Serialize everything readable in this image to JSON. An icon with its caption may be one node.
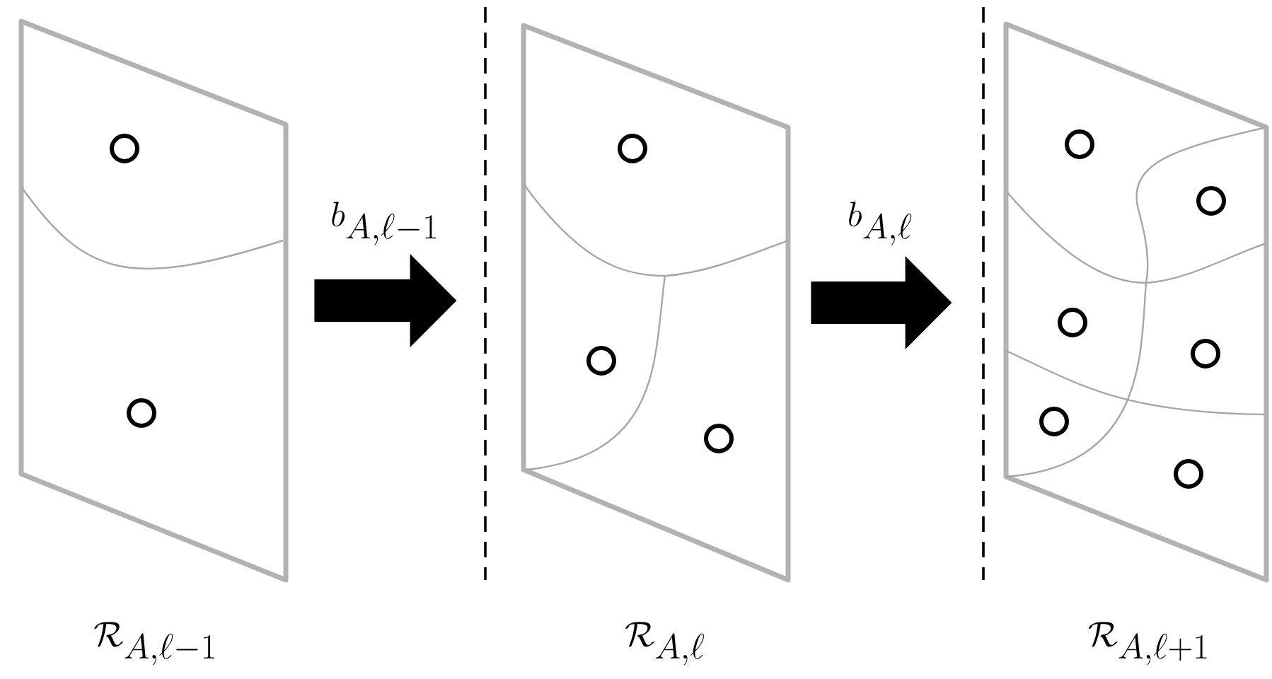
{
  "diagram": {
    "nodes": [
      {
        "text": [],
        "shape": "parallelogram",
        "beside": [
          "\\mathcal{R}_{A,\\ell-1}"
        ]
      },
      {
        "text": [],
        "shape": "parallelogram",
        "beside": [
          "\\mathcal{R}_{A,\\ell}"
        ]
      },
      {
        "text": [],
        "shape": "parallelogram",
        "beside": [
          "\\mathcal{R}_{A,\\ell+1}"
        ]
      }
    ],
    "edges": [
      {
        "from": 0,
        "to": 1,
        "arrow": "to",
        "label": "b_{A,\\ell-1}"
      },
      {
        "from": 1,
        "to": 2,
        "arrow": "to",
        "label": "b_{A,\\ell}"
      }
    ]
  }
}
